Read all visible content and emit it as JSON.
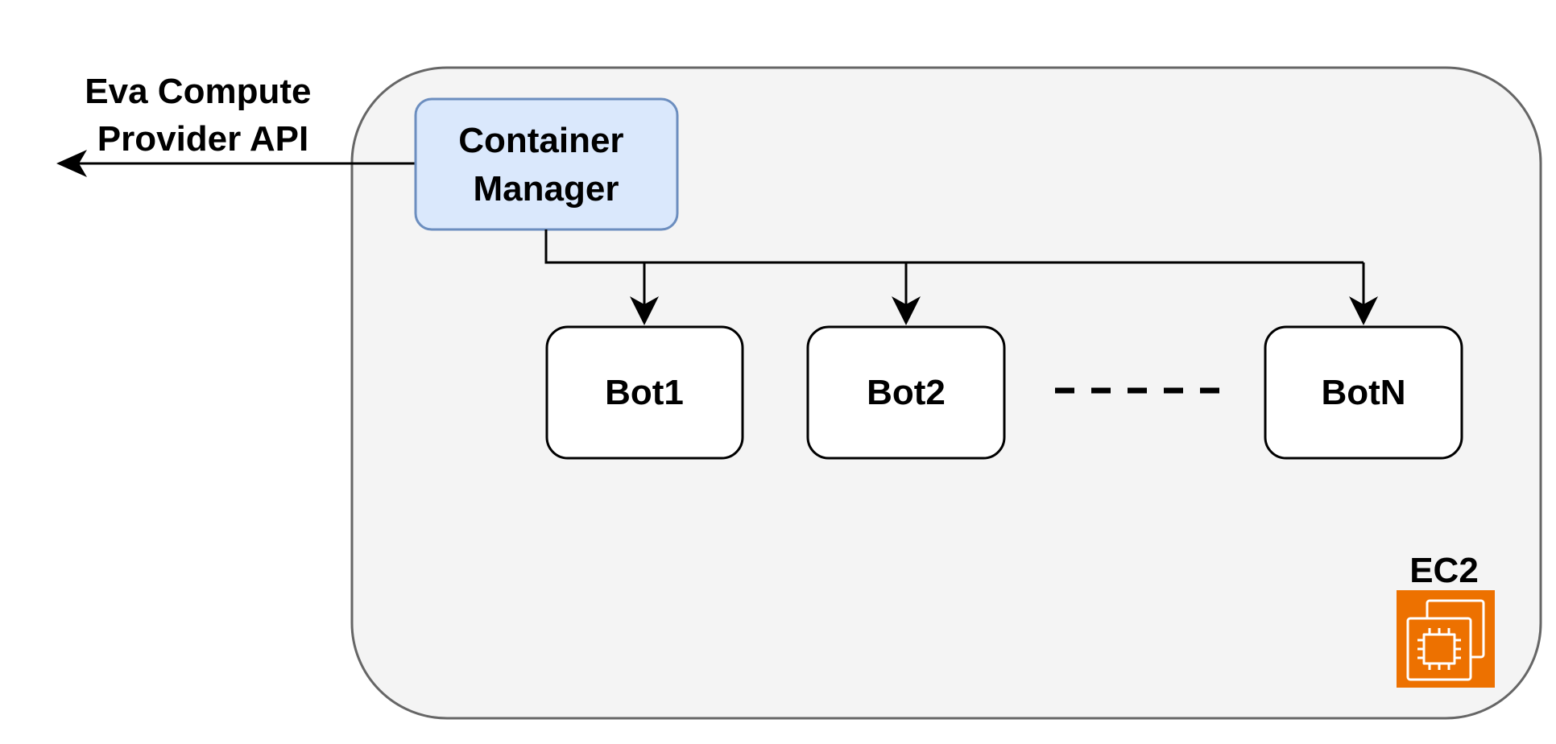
{
  "external_api": {
    "line1": "Eva Compute",
    "line2": "Provider API"
  },
  "container_manager": {
    "line1": "Container",
    "line2": "Manager"
  },
  "bots": [
    {
      "label": "Bot1"
    },
    {
      "label": "Bot2"
    },
    {
      "label": "BotN"
    }
  ],
  "ec2": {
    "label": "EC2",
    "icon": "ec2-instance-icon"
  },
  "colors": {
    "host_fill": "#f4f4f4",
    "host_stroke": "#666666",
    "manager_fill": "#dae8fc",
    "manager_stroke": "#6c8ebf",
    "bot_fill": "#ffffff",
    "bot_stroke": "#000000",
    "ec2_orange": "#ed7100"
  }
}
